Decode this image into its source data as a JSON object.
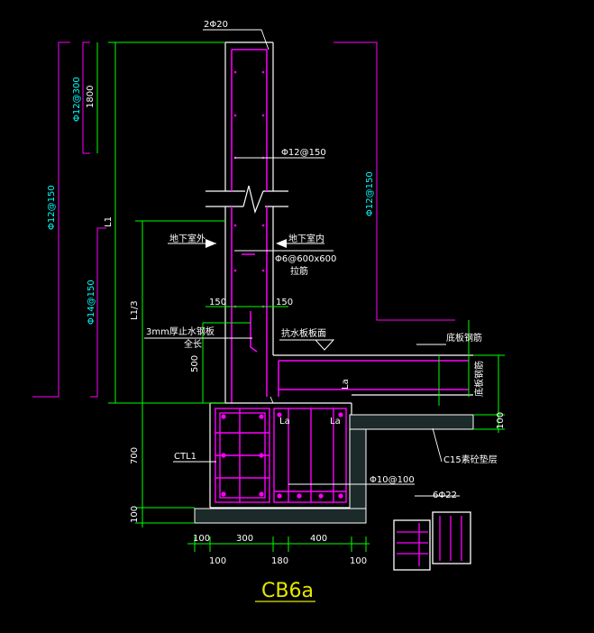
{
  "labels": {
    "top_bar": "2Φ20",
    "vert_outer_left": "Φ12@150",
    "vert_inner_top": "Φ12@300",
    "dim_1800": "1800",
    "dim_l1": "L1",
    "vert_inner_bottom": "Φ14@150",
    "vert_right": "Φ12@150",
    "horiz_bar": "Φ12@150",
    "underground_out": "地下室外",
    "underground_in": "地下室内",
    "tie_bar": "Φ6@600x600",
    "tie_note": "拉筋",
    "dim_l1_3": "L1/3",
    "dim_150_left": "150",
    "dim_150_right": "150",
    "waterstop": "3mm厚止水钢板",
    "waterstop_note": "全长",
    "dim_500": "500",
    "slab_face": "抗水板板面",
    "bottom_bar_label": "底板钢筋",
    "bottom_bar_label2": "底板钢筋",
    "la_top": "La",
    "la_left": "La",
    "la_mid": "La",
    "dim_100_right": "100",
    "dim_700": "700",
    "beam": "CTL1",
    "cushion": "C15素砼垫层",
    "stirrup": "Φ10@100",
    "bars_bottom": "6Φ22",
    "dim_100_left": "100",
    "bot_dims_top": [
      "100",
      "300",
      "400"
    ],
    "bot_dims_bottom": [
      "100",
      "180",
      "100"
    ],
    "drawing_title": "CB6a"
  },
  "colors": {
    "background": "#000000",
    "rebar": "#ff00ff",
    "dimension": "#00ff00",
    "text": "#ffffff",
    "cyan_text": "#00ffff",
    "title": "#e6e600",
    "wall_outline": "#ffffff"
  }
}
